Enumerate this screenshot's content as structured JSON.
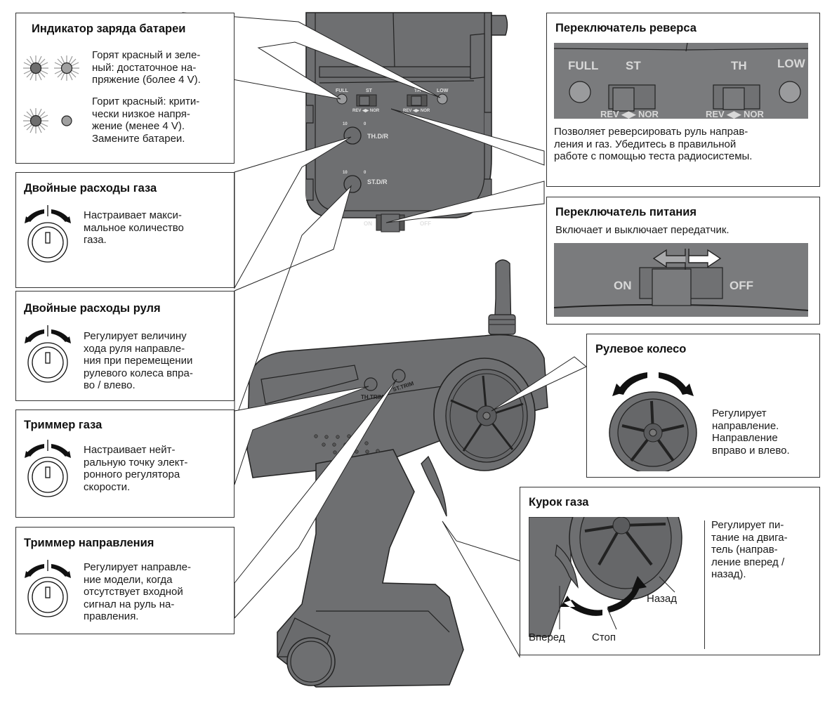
{
  "battery_indicator": {
    "title": "Индикатор заряда батареи",
    "state_ok": [
      "Горят красный и зеле-",
      "ный: достаточное на-",
      "пряжение (более 4 V)."
    ],
    "state_low": [
      "Горит красный: крити-",
      "чески низкое напря-",
      "жение (менее 4 V).",
      "Замените батареи."
    ]
  },
  "throttle_dual_rate": {
    "title": "Двойные расходы газа",
    "text": [
      "Настраивает макси-",
      "мальное количество",
      "газа."
    ]
  },
  "steering_dual_rate": {
    "title": "Двойные расходы руля",
    "text": [
      "Регулирует величину",
      "хода руля направле-",
      "ния при перемещении",
      "рулевого колеса впра-",
      "во / влево."
    ]
  },
  "throttle_trim": {
    "title": "Триммер газа",
    "text": [
      "Настраивает нейт-",
      "ральную точку элект-",
      "ронного регулятора",
      "скорости."
    ]
  },
  "steering_trim": {
    "title": "Триммер направления",
    "text": [
      "Регулирует направле-",
      "ние модели, когда",
      "отсутствует входной",
      "сигнал на руль на-",
      "правления."
    ]
  },
  "reverse_switch": {
    "title": "Переключатель реверса",
    "panel": {
      "full": "FULL",
      "st": "ST",
      "th": "TH",
      "low": "LOW",
      "rev_nor": "REV ◀▶ NOR"
    },
    "text": [
      "Позволяет реверсировать руль направ-",
      "ления и газ. Убедитесь в правильной",
      "работе с помощью теста радиосистемы."
    ]
  },
  "power_switch": {
    "title": "Переключатель питания",
    "subtitle": "Включает и выключает передатчик.",
    "panel": {
      "on": "ON",
      "off": "OFF"
    }
  },
  "steering_wheel": {
    "title": "Рулевое колесо",
    "text": [
      "Регулирует",
      "направление.",
      "Направление",
      "вправо и влево."
    ]
  },
  "throttle_trigger": {
    "title": "Курок газа",
    "text": [
      "Регулирует пи-",
      "тание на двига-",
      "тель (направ-",
      "ление вперед /",
      "назад)."
    ],
    "labels": {
      "forward": "Вперед",
      "stop": "Стоп",
      "back": "Назад"
    }
  },
  "transmitter": {
    "full": "FULL",
    "st": "ST",
    "th": "TH",
    "low": "LOW",
    "rev_nor": "REV ◀▶ NOR",
    "dial_max": "10",
    "dial_min": "0",
    "th_dr": "TH.D/R",
    "st_dr": "ST.D/R",
    "on": "ON",
    "off": "OFF",
    "th_trim": "TH.TRIM",
    "st_trim": "ST.TRIM"
  },
  "colors": {
    "body": "#6e6f71",
    "panel": "#7a7b7d",
    "outline": "#222222",
    "label": "#d8d8d8"
  }
}
